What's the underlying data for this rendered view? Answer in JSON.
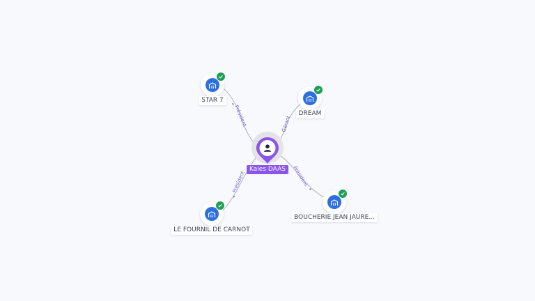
{
  "person": {
    "name": "Kaies DAAS",
    "icon": "person-icon"
  },
  "companies": [
    {
      "name": "STAR 7",
      "icon": "building-icon",
      "verified_icon": "check-icon"
    },
    {
      "name": "DREAM",
      "icon": "building-icon",
      "verified_icon": "check-icon"
    },
    {
      "name": "LE FOURNIL DE CARNOT",
      "icon": "building-icon",
      "verified_icon": "check-icon"
    },
    {
      "name": "BOUCHERIE JEAN JAURE...",
      "icon": "building-icon",
      "verified_icon": "check-icon"
    }
  ],
  "relations": [
    {
      "label": "Président"
    },
    {
      "label": "Gérant"
    },
    {
      "label": "Président"
    },
    {
      "label": "Président"
    }
  ],
  "colors": {
    "person": "#8a55e8",
    "company": "#2d6fe0",
    "verified": "#1e9e57",
    "edge_label": "#7b64d9",
    "background": "#f8f9fc"
  }
}
